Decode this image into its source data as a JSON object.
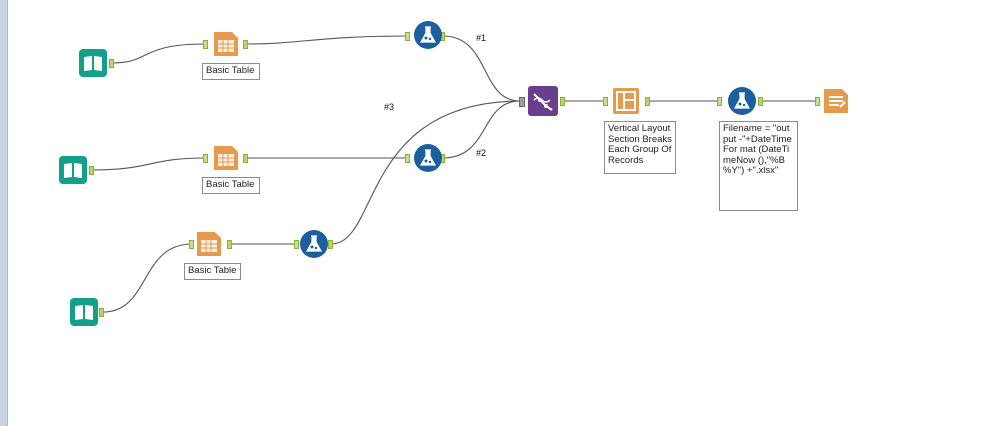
{
  "colors": {
    "input": "#12a08c",
    "table": "#e59a4e",
    "formula": "#1b5f9e",
    "union": "#6a3e8e",
    "layout": "#e59a4e",
    "render": "#e59a4e",
    "wire": "#555555",
    "anchor": "#b7d66a"
  },
  "tools": [
    {
      "id": "input-1",
      "icon": "book-icon",
      "kind": "input"
    },
    {
      "id": "input-2",
      "icon": "book-icon",
      "kind": "input"
    },
    {
      "id": "input-3",
      "icon": "book-icon",
      "kind": "input"
    },
    {
      "id": "table-1",
      "icon": "table-icon",
      "kind": "table"
    },
    {
      "id": "table-2",
      "icon": "table-icon",
      "kind": "table"
    },
    {
      "id": "table-3",
      "icon": "table-icon",
      "kind": "table"
    },
    {
      "id": "formula-1",
      "icon": "flask-icon",
      "kind": "formula"
    },
    {
      "id": "formula-2",
      "icon": "flask-icon",
      "kind": "formula"
    },
    {
      "id": "formula-3",
      "icon": "flask-icon",
      "kind": "formula"
    },
    {
      "id": "union",
      "icon": "union-icon",
      "kind": "union"
    },
    {
      "id": "layout",
      "icon": "layout-icon",
      "kind": "layout"
    },
    {
      "id": "formula-4",
      "icon": "flask-icon",
      "kind": "formula"
    },
    {
      "id": "render",
      "icon": "render-icon",
      "kind": "render"
    }
  ],
  "annotations": {
    "table_1": "Basic Table",
    "table_2": "Basic Table",
    "table_3": "Basic Table",
    "layout": "Vertical Layout Section Breaks Each Group Of Records",
    "formula_4": "Filename = \"output -\"+DateTimeFor mat (DateTimeNow (),\"%B %Y\") +\".xlsx\""
  },
  "connection_labels": {
    "c1": "#1",
    "c2": "#2",
    "c3": "#3"
  }
}
